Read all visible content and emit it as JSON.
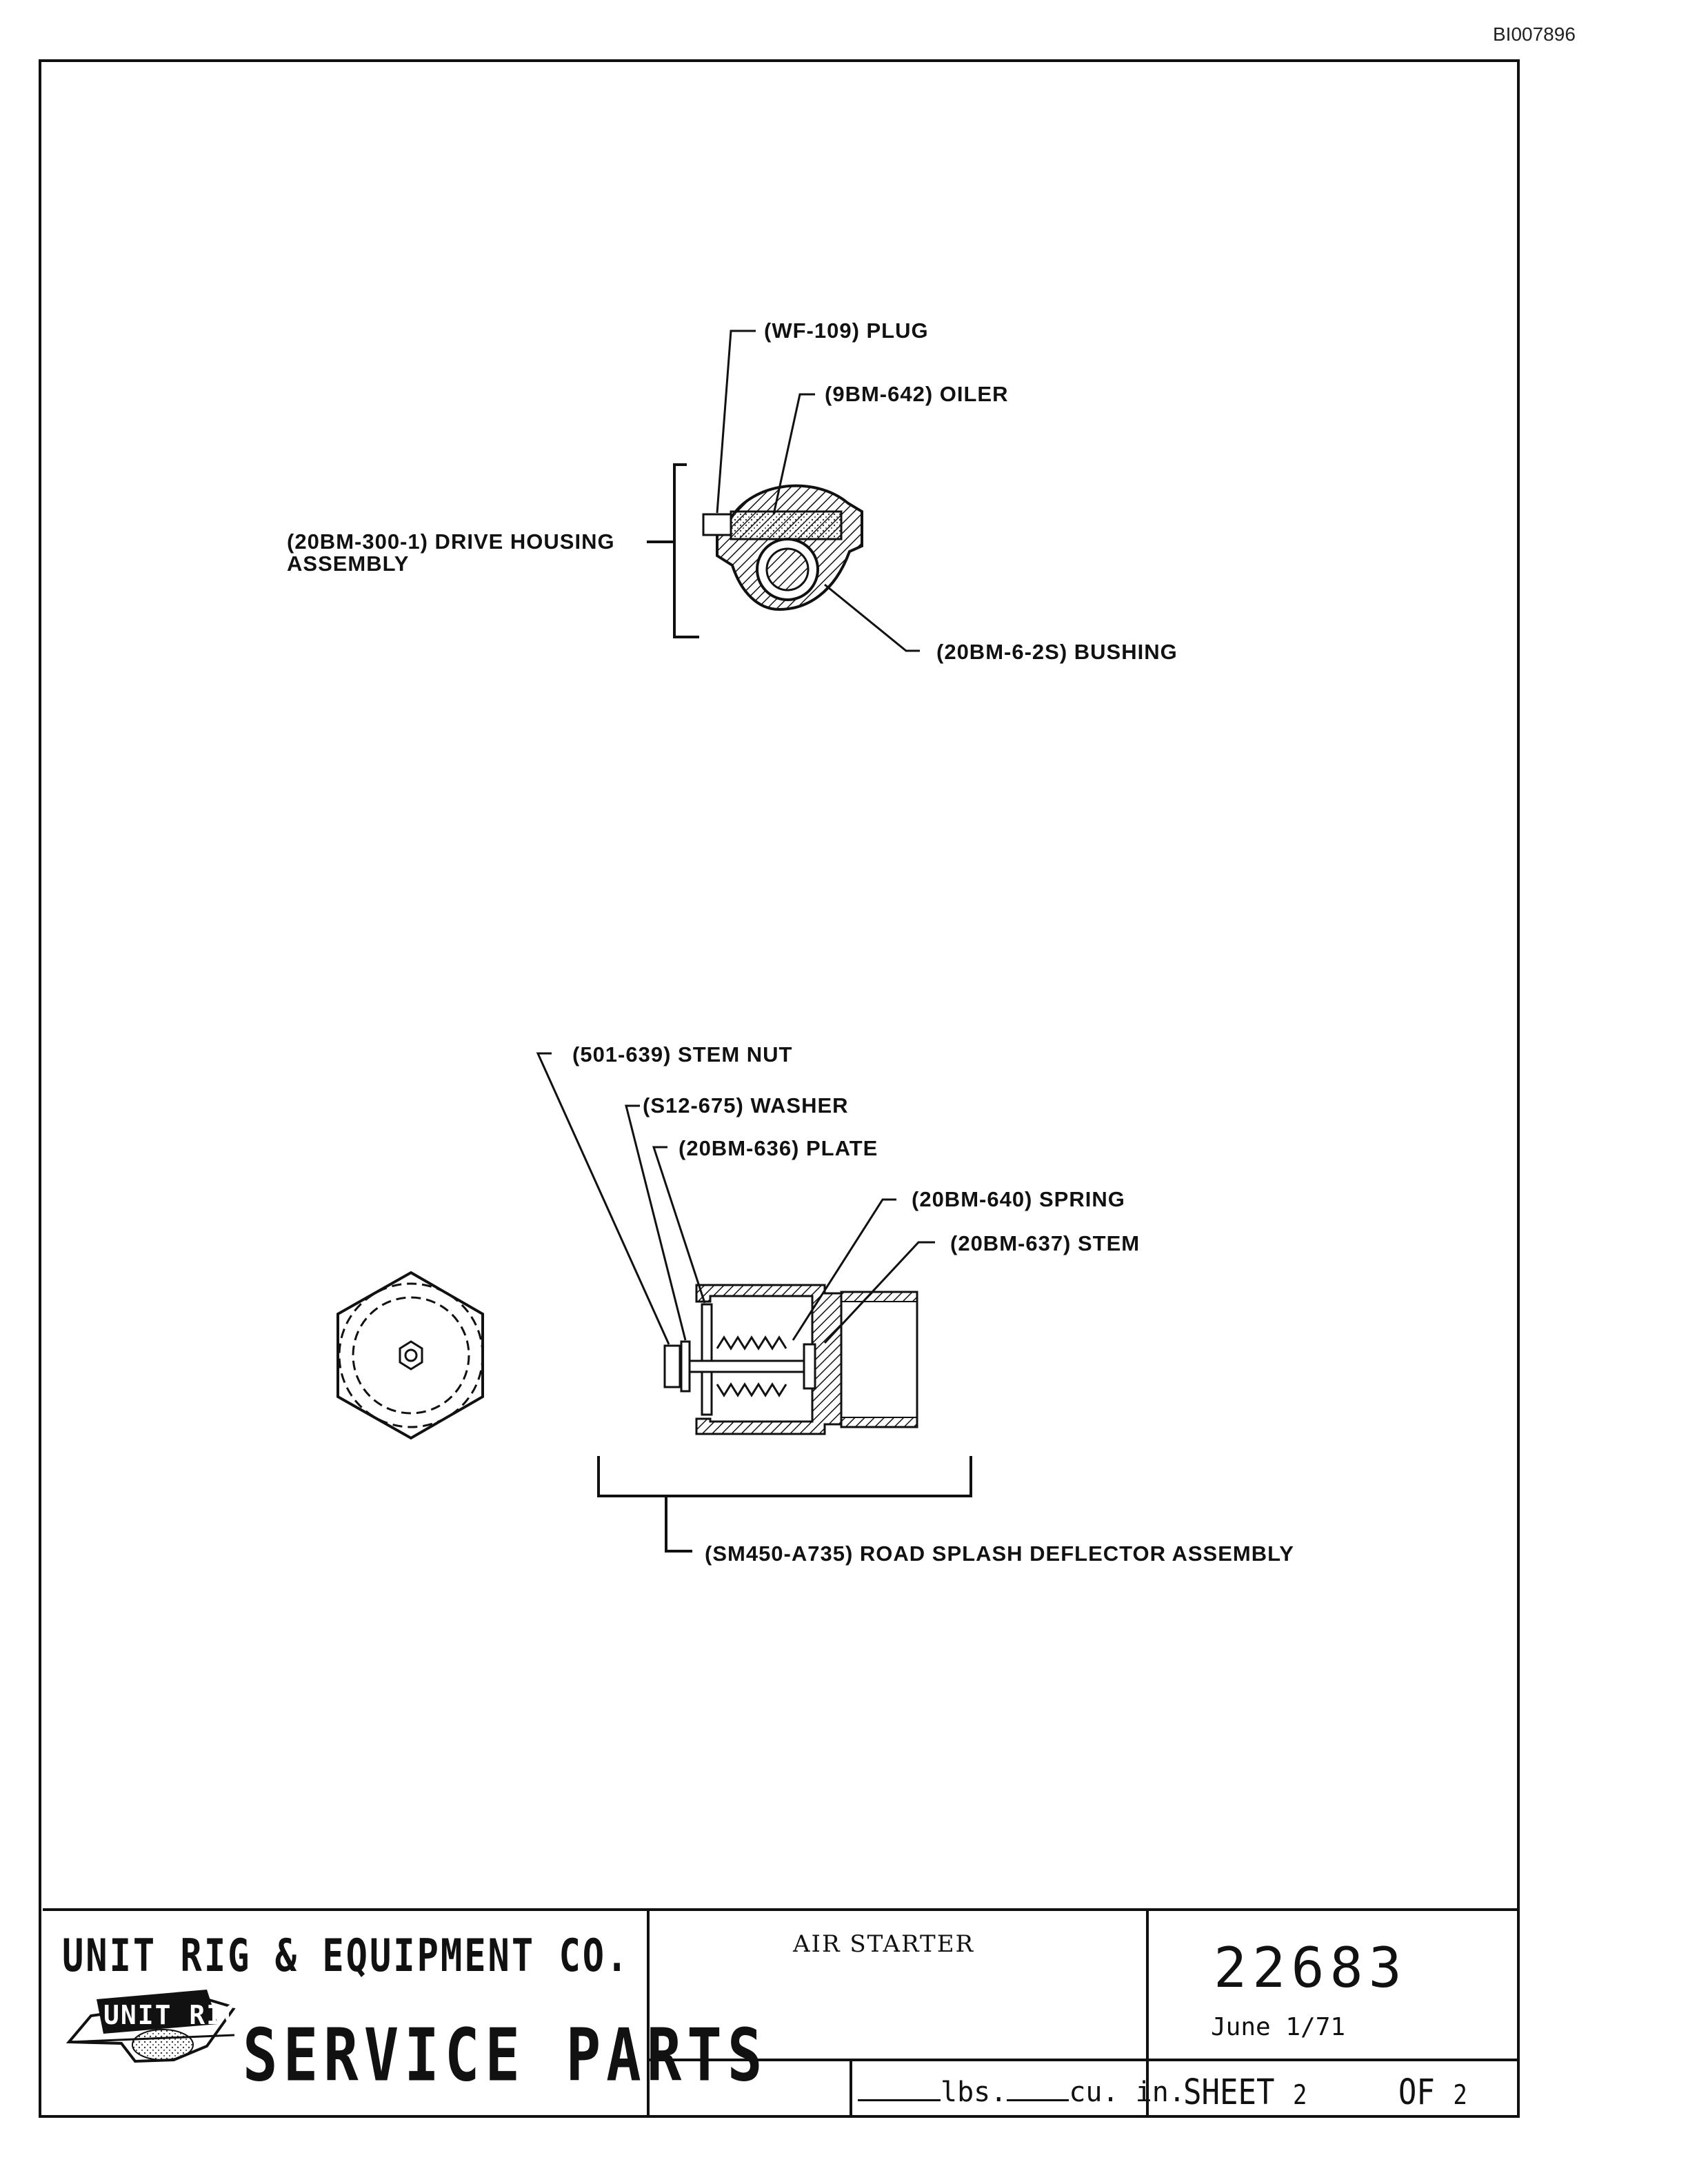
{
  "document_id": "BI007896",
  "top_view": {
    "labels": {
      "plug": "(WF-109) PLUG",
      "oiler": "(9BM-642) OILER",
      "drive_housing_line1": "(20BM-300-1) DRIVE HOUSING",
      "drive_housing_line2": "ASSEMBLY",
      "bushing": "(20BM-6-2S) BUSHING"
    }
  },
  "bottom_view": {
    "labels": {
      "stem_nut": "(501-639) STEM NUT",
      "washer": "(S12-675) WASHER",
      "plate": "(20BM-636) PLATE",
      "spring": "(20BM-640) SPRING",
      "stem": "(20BM-637) STEM",
      "assembly": "(SM450-A735) ROAD SPLASH DEFLECTOR ASSEMBLY"
    }
  },
  "title_block": {
    "company": "UNIT RIG & EQUIPMENT CO.",
    "logo_text": "UNIT RIG",
    "service": "SERVICE PARTS",
    "title": "AIR STARTER",
    "drawing_number": "22683",
    "date": "June 1/71",
    "lbs_label": "lbs.",
    "cu_in_label": "cu. in.",
    "sheet_label": "SHEET",
    "sheet_number": "2",
    "of_label": "OF",
    "sheet_total": "2"
  }
}
